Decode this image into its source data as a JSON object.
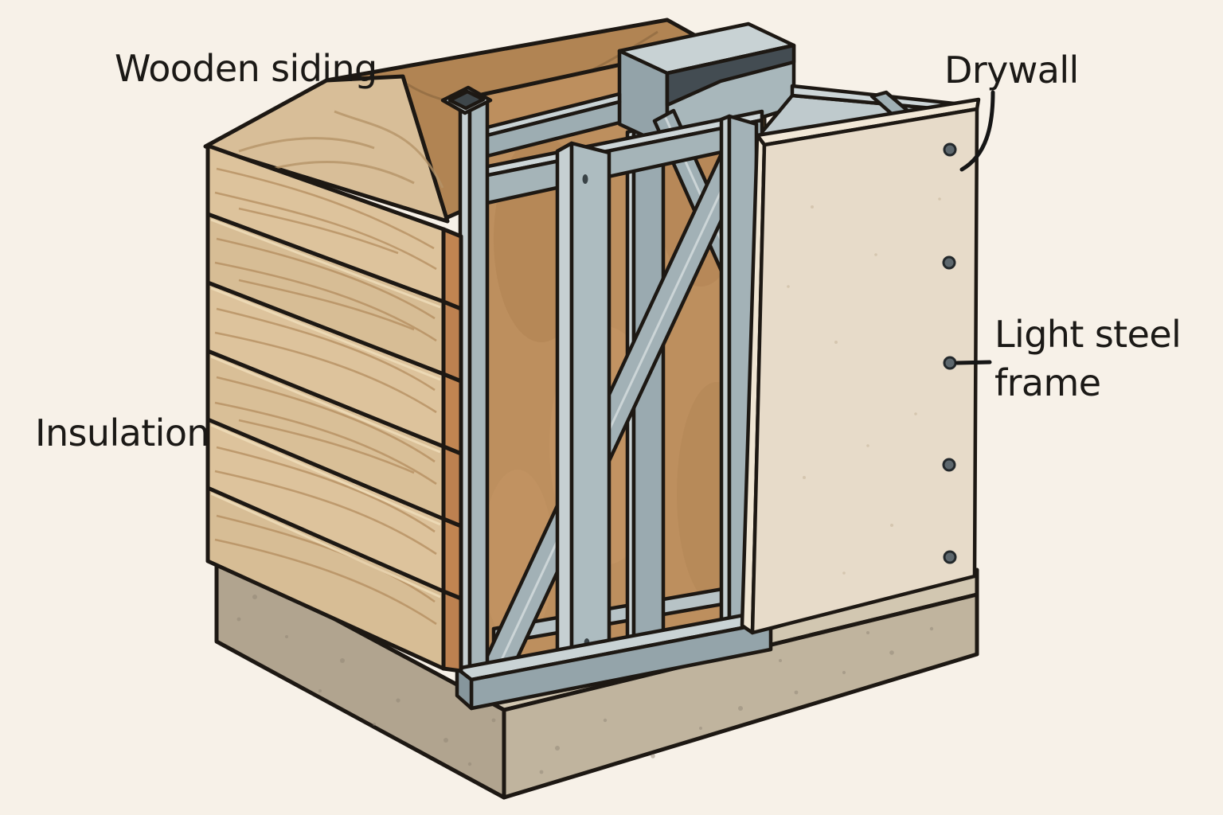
{
  "diagram": {
    "type": "construction-cutaway-illustration",
    "subject": "Light steel frame wall assembly on concrete foundation",
    "background_color": "#f7f1e8",
    "text_color": "#1b1916",
    "labels": {
      "wooden_siding": {
        "text": "Wooden siding"
      },
      "drywall": {
        "text": "Drywall"
      },
      "insulation": {
        "text": "Insulation"
      },
      "light_steel_frame": {
        "text": "Light steel frame"
      }
    },
    "components": [
      "wooden siding planks",
      "insulation panel",
      "light steel frame studs and tracks",
      "diagonal steel brace",
      "drywall panel with screws",
      "concrete foundation slab"
    ],
    "drywall_screw_count": 5,
    "colors": {
      "wood_plank": "#ddc39c",
      "wood_grain": "#ad8454",
      "wood_end_cap": "#c18551",
      "insulation_main": "#bd8f5e",
      "insulation_top_light": "#d8be98",
      "insulation_top_dark": "#b18453",
      "steel_light": "#c9d3d5",
      "steel_mid": "#a8b7bb",
      "steel_dark": "#8a9aa1",
      "drywall_face": "#e7dbc9",
      "concrete_left": "#b1a48f",
      "concrete_right": "#c0b49e",
      "outline": "#1d1813"
    }
  }
}
